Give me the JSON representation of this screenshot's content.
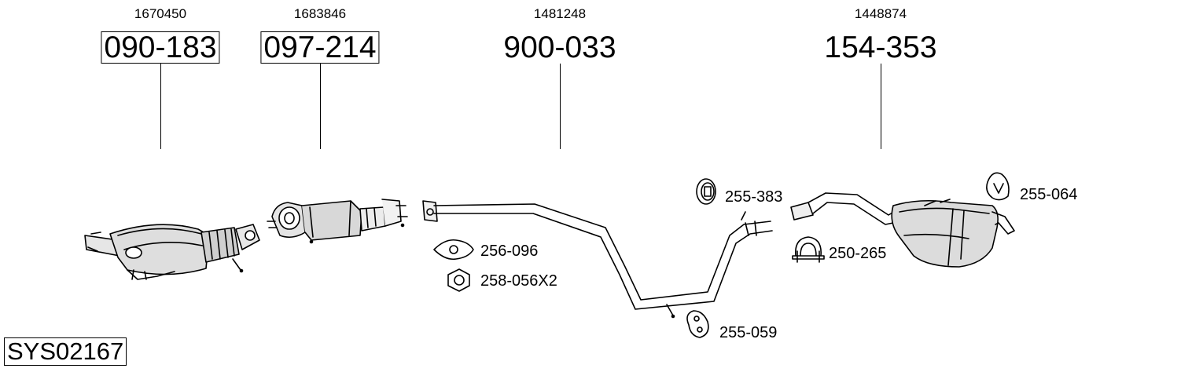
{
  "sections": [
    {
      "oe_number": "1670450",
      "part_number": "090-183"
    },
    {
      "oe_number": "1683846",
      "part_number": "097-214"
    },
    {
      "oe_number": "1481248",
      "part_number": "900-033"
    },
    {
      "oe_number": "1448874",
      "part_number": "154-353"
    }
  ],
  "accessories": {
    "gasket": "256-096",
    "nut": "258-056X2",
    "mount_rear_pipe": "255-383",
    "clamp": "250-265",
    "mount_mid_pipe": "255-059",
    "mount_tail": "255-064"
  },
  "system_id": "SYS02167"
}
